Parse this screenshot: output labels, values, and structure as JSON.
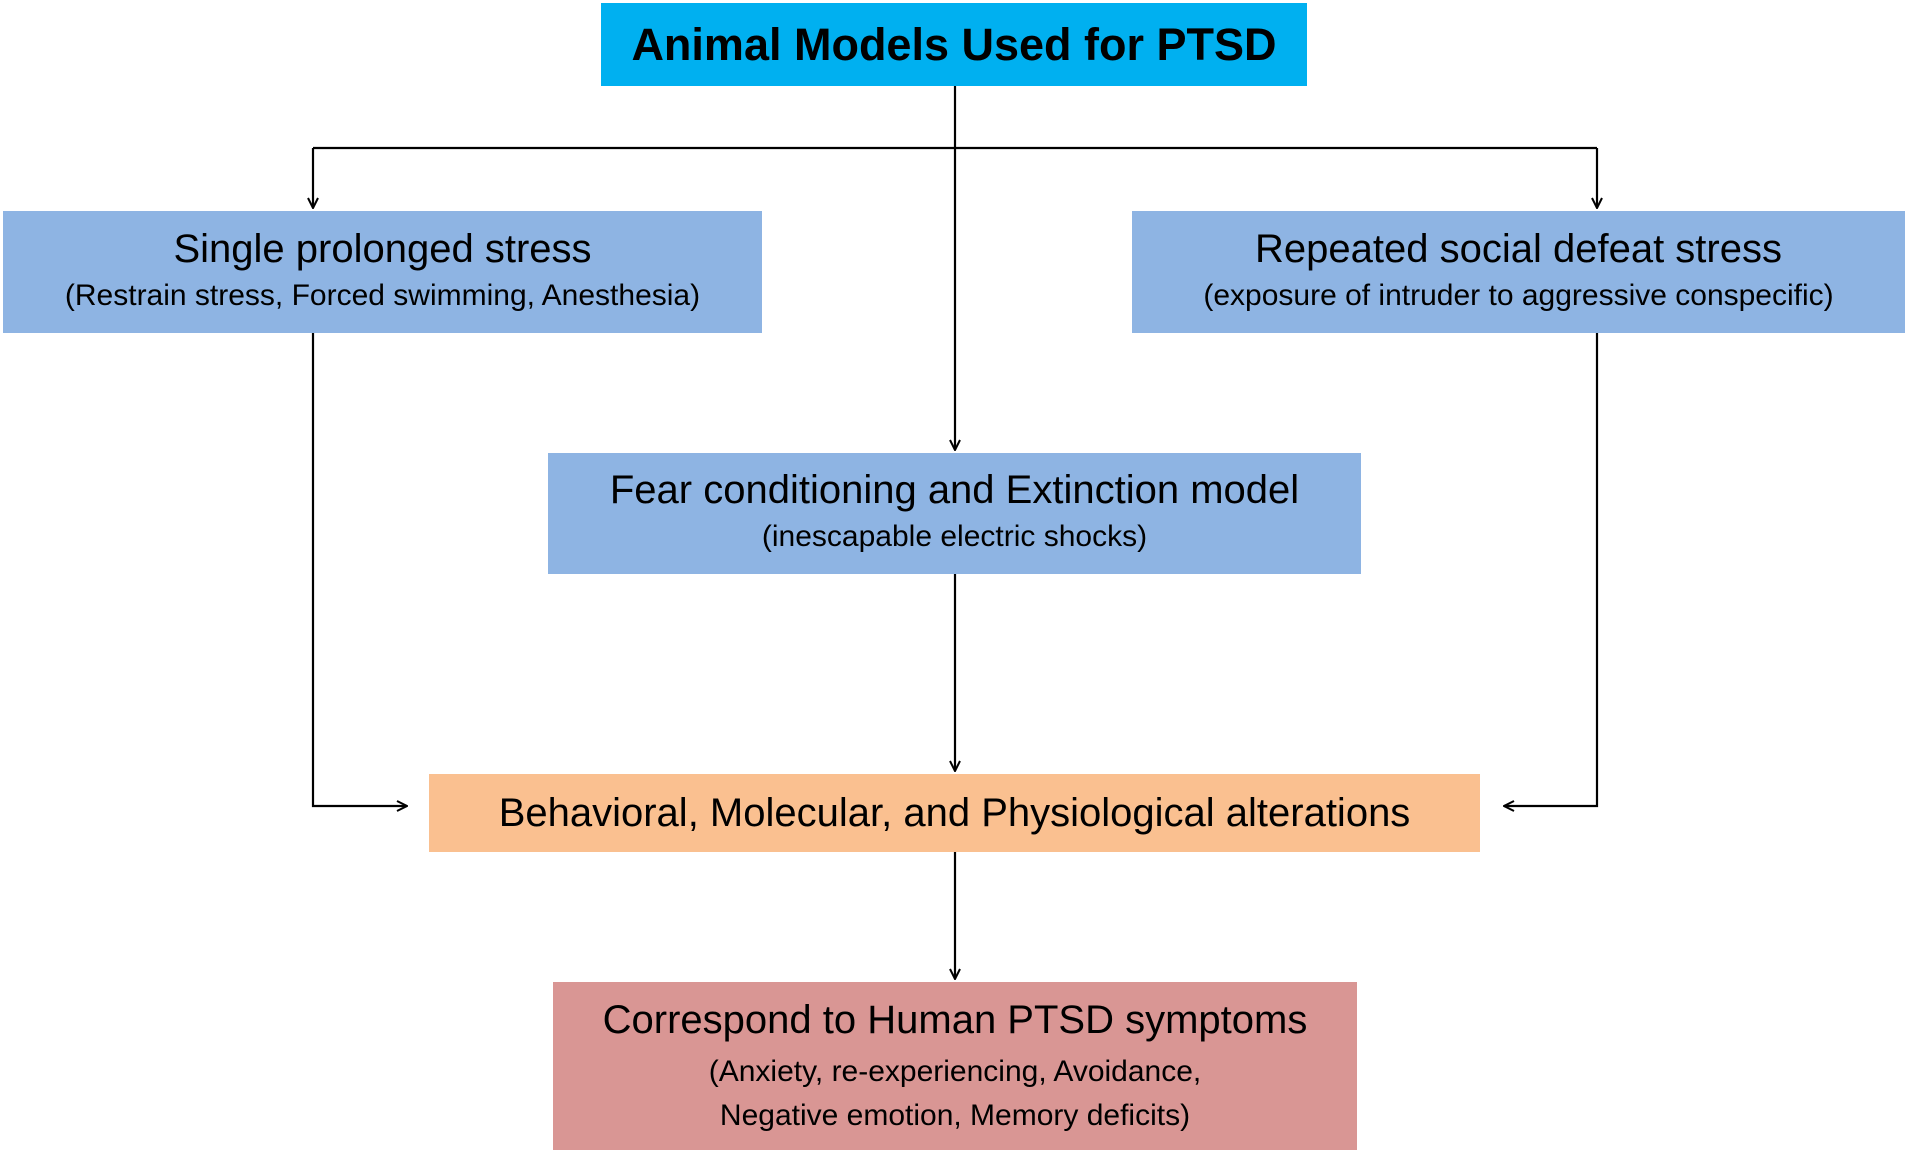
{
  "colors": {
    "title_fill": "#00B0F0",
    "model_fill": "#8EB4E3",
    "alterations_fill": "#FAC090",
    "human_fill": "#D99694",
    "line": "#000000"
  },
  "title": {
    "text": "Animal Models Used for PTSD"
  },
  "models": {
    "single": {
      "main": "Single prolonged stress",
      "sub": "(Restrain stress, Forced swimming, Anesthesia)"
    },
    "social": {
      "main": "Repeated social defeat stress",
      "sub": "(exposure of intruder to aggressive conspecific)"
    },
    "fear": {
      "main": "Fear conditioning and Extinction model",
      "sub": "(inescapable electric shocks)"
    }
  },
  "alterations": {
    "text": "Behavioral, Molecular, and Physiological alterations"
  },
  "human": {
    "main": "Correspond to Human PTSD symptoms",
    "sub_line1": "(Anxiety, re-experiencing, Avoidance,",
    "sub_line2": "Negative emotion, Memory deficits)"
  }
}
